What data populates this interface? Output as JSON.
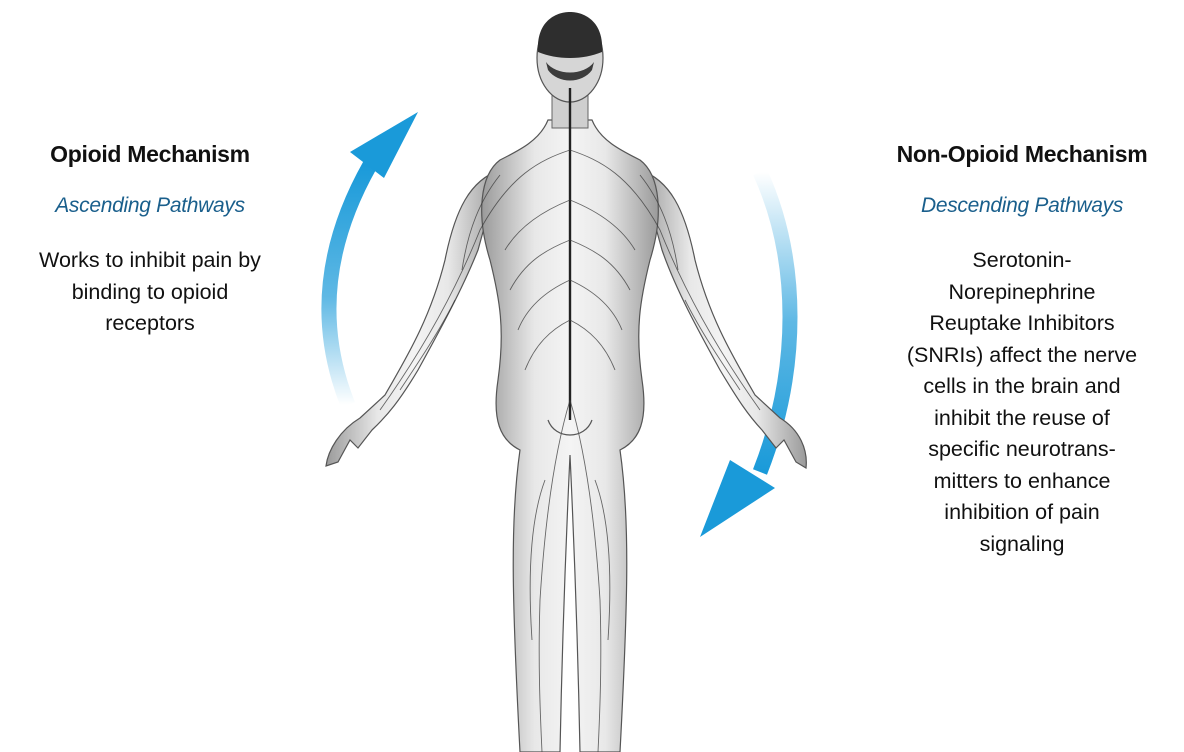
{
  "accent_color": "#1a9ad9",
  "subtitle_color": "#1a5f8c",
  "left": {
    "heading": "Opioid Mechanism",
    "subheading": "Ascending Pathways",
    "body": "Works to inhibit pain by\nbinding to opioid\nreceptors"
  },
  "right": {
    "heading": "Non-Opioid Mechanism",
    "subheading": "Descending Pathways",
    "body": "Serotonin-\nNorepinephrine\nReuptake Inhibitors\n(SNRIs) affect the nerve\ncells in the brain and\ninhibit the reuse of\nspecific neurotrans-\nmitters to enhance\ninhibition of pain\nsignaling"
  },
  "figure": {
    "subject": "human-nervous-system-illustration",
    "arrows": [
      "ascending-arrow",
      "descending-arrow"
    ]
  }
}
